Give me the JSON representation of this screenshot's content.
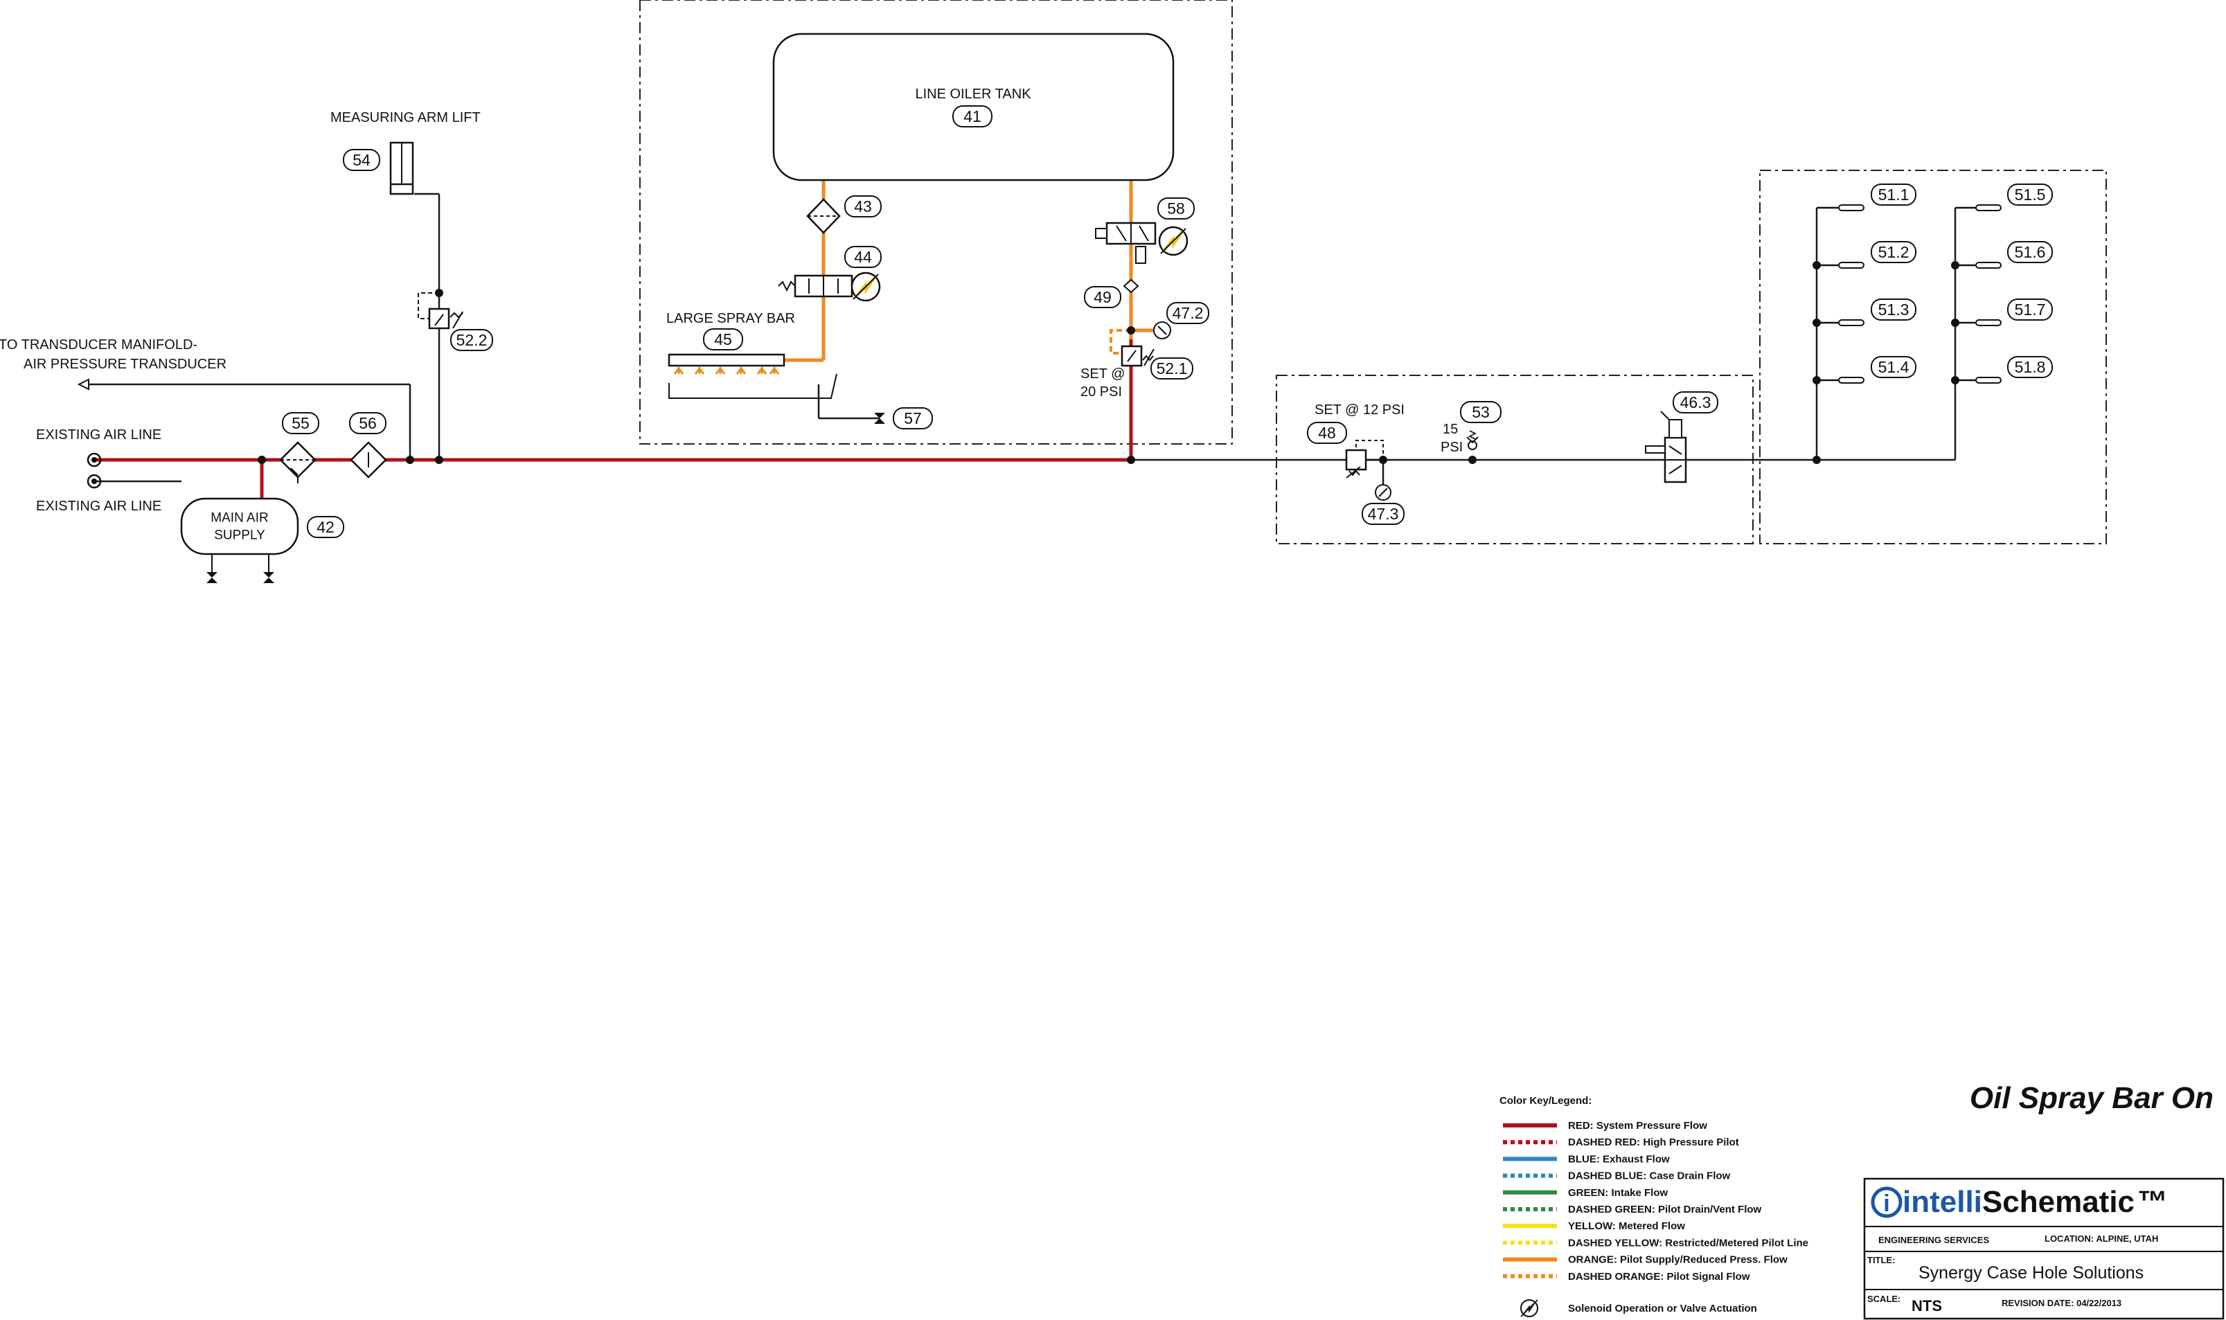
{
  "title": "Oil Spray Bar On",
  "colors": {
    "system_pressure": "#b0101a",
    "pilot_supply": "#f08a1c",
    "line": "#1a1a1a",
    "logo_blue": "#1b57a8"
  },
  "components": {
    "c41": {
      "tag": "41",
      "label": "LINE OILER TANK"
    },
    "c42": {
      "tag": "42",
      "label_line1": "MAIN AIR",
      "label_line2": "SUPPLY"
    },
    "c43": {
      "tag": "43"
    },
    "c44": {
      "tag": "44"
    },
    "c45": {
      "tag": "45",
      "label": "LARGE SPRAY BAR"
    },
    "c46_3": {
      "tag": "46.3"
    },
    "c47_2": {
      "tag": "47.2"
    },
    "c47_3": {
      "tag": "47.3"
    },
    "c48": {
      "tag": "48",
      "label": "SET @ 12 PSI"
    },
    "c49": {
      "tag": "49"
    },
    "c51_1": {
      "tag": "51.1"
    },
    "c51_2": {
      "tag": "51.2"
    },
    "c51_3": {
      "tag": "51.3"
    },
    "c51_4": {
      "tag": "51.4"
    },
    "c51_5": {
      "tag": "51.5"
    },
    "c51_6": {
      "tag": "51.6"
    },
    "c51_7": {
      "tag": "51.7"
    },
    "c51_8": {
      "tag": "51.8"
    },
    "c52_1": {
      "tag": "52.1",
      "label_line1": "SET @",
      "label_line2": "20 PSI"
    },
    "c52_2": {
      "tag": "52.2"
    },
    "c53": {
      "tag": "53",
      "label_line1": "15",
      "label_line2": "PSI"
    },
    "c54": {
      "tag": "54",
      "label": "MEASURING ARM LIFT"
    },
    "c55": {
      "tag": "55"
    },
    "c56": {
      "tag": "56"
    },
    "c57": {
      "tag": "57"
    },
    "c58": {
      "tag": "58"
    }
  },
  "labels": {
    "existing_air_line_1": "EXISTING AIR LINE",
    "existing_air_line_2": "EXISTING AIR LINE",
    "transducer_line1": "TO TRANSDUCER MANIFOLD-",
    "transducer_line2": "AIR PRESSURE TRANSDUCER"
  },
  "legend": {
    "heading": "Color Key/Legend:",
    "items": [
      {
        "text": "RED: System Pressure Flow",
        "color": "#b0101a",
        "dashed": false
      },
      {
        "text": "DASHED RED: High Pressure Pilot",
        "color": "#b0101a",
        "dashed": true
      },
      {
        "text": "BLUE: Exhaust Flow",
        "color": "#2a86c8",
        "dashed": false
      },
      {
        "text": "DASHED BLUE: Case Drain Flow",
        "color": "#2a86c8",
        "dashed": true
      },
      {
        "text": "GREEN: Intake Flow",
        "color": "#2e8b3a",
        "dashed": false
      },
      {
        "text": "DASHED GREEN: Pilot Drain/Vent Flow",
        "color": "#2e8b3a",
        "dashed": true
      },
      {
        "text": "YELLOW: Metered Flow",
        "color": "#f2e21a",
        "dashed": false
      },
      {
        "text": "DASHED YELLOW: Restricted/Metered Pilot Line",
        "color": "#f2e21a",
        "dashed": true
      },
      {
        "text": "ORANGE: Pilot Supply/Reduced Press. Flow",
        "color": "#f08a1c",
        "dashed": false
      },
      {
        "text": "DASHED ORANGE: Pilot Signal Flow",
        "color": "#f08a1c",
        "dashed": true
      }
    ],
    "solenoid_text": "Solenoid Operation or Valve Actuation"
  },
  "title_block": {
    "logo_blue_part": "intelli",
    "logo_black_part": "Schematic",
    "logo_tm": "™",
    "engineering": "ENGINEERING SERVICES",
    "location": "LOCATION: ALPINE, UTAH",
    "title_label": "TITLE:",
    "title_value": "Synergy Case Hole Solutions",
    "scale_label": "SCALE:",
    "scale_value": "NTS",
    "revision": "REVISION DATE: 04/22/2013"
  }
}
